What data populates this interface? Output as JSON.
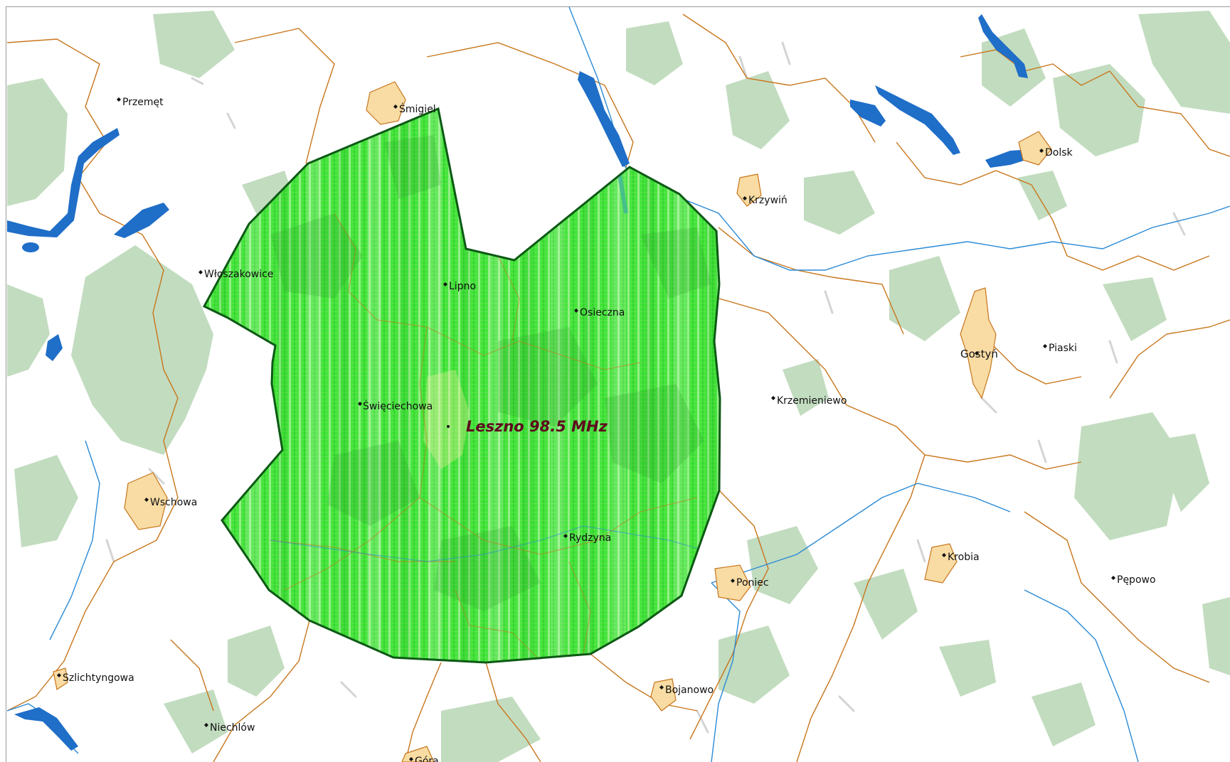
{
  "map": {
    "coverage_label": "Leszno 98.5 MHz",
    "colors": {
      "background": "#ffffff",
      "forest": "#c2dcbf",
      "water": "#1f6ec8",
      "river": "#2a8ad6",
      "boundary": "#c8761c",
      "town_area": "#f8dca4",
      "town_outline": "#c8761c",
      "road_fragment": "#d4d4d4",
      "coverage_fill": "#3ce234",
      "coverage_outline": "#0c5a14",
      "coverage_label": "#5e0a1e"
    },
    "places": [
      {
        "id": "przemet",
        "name": "Przemęt"
      },
      {
        "id": "smigiel",
        "name": "Śmigiel"
      },
      {
        "id": "dolsk",
        "name": "Dolsk"
      },
      {
        "id": "krzywin",
        "name": "Krzywiń"
      },
      {
        "id": "wloszakowice",
        "name": "Włoszakowice"
      },
      {
        "id": "lipno",
        "name": "Lipno"
      },
      {
        "id": "osieczna",
        "name": "Osieczna"
      },
      {
        "id": "gostyn",
        "name": "Gostyń"
      },
      {
        "id": "piaski",
        "name": "Piaski"
      },
      {
        "id": "krzemieniewo",
        "name": "Krzemieniewo"
      },
      {
        "id": "swieciechowa",
        "name": "Święciechowa"
      },
      {
        "id": "wschowa",
        "name": "Wschowa"
      },
      {
        "id": "rydzyna",
        "name": "Rydzyna"
      },
      {
        "id": "krobia",
        "name": "Krobia"
      },
      {
        "id": "pepowo",
        "name": "Pępowo"
      },
      {
        "id": "poniec",
        "name": "Poniec"
      },
      {
        "id": "szlichtyngowa",
        "name": "Szlichtyngowa"
      },
      {
        "id": "bojanowo",
        "name": "Bojanowo"
      },
      {
        "id": "niechlow",
        "name": "Niechlów"
      },
      {
        "id": "gora",
        "name": "Góra"
      }
    ]
  }
}
